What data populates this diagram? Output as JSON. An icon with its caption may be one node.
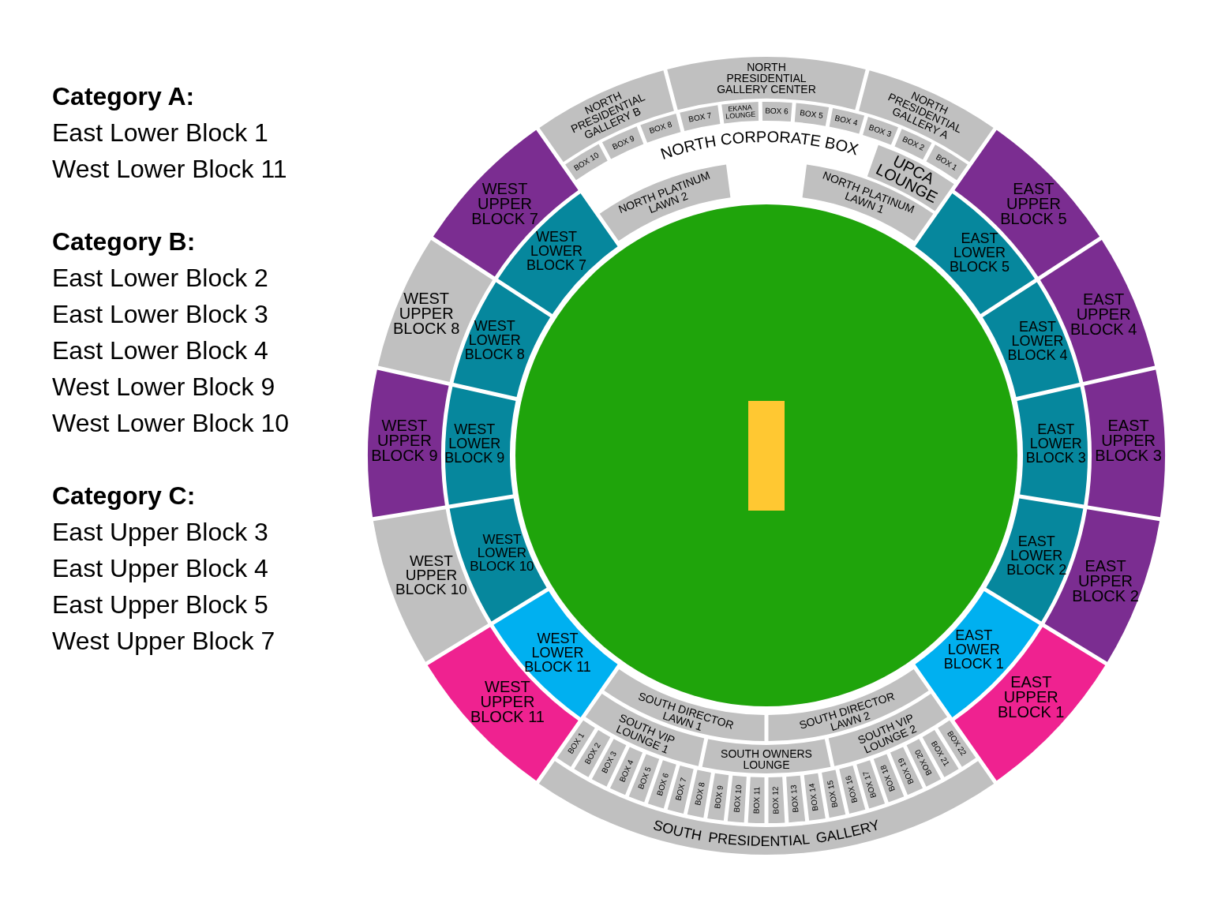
{
  "diagram": {
    "nodes": [
      {
        "text": [
          "NORTH PRESIDENTIAL GALLERY B"
        ]
      },
      {
        "text": [
          "NORTH PRESIDENTIAL GALLERY CENTER"
        ]
      },
      {
        "text": [
          "NORTH PRESIDENTIAL GALLERY A"
        ]
      },
      {
        "text": [
          "BOX 10"
        ]
      },
      {
        "text": [
          "BOX 9"
        ]
      },
      {
        "text": [
          "BOX 8"
        ]
      },
      {
        "text": [
          "BOX 7"
        ]
      },
      {
        "text": [
          "EKANA LOUNGE"
        ]
      },
      {
        "text": [
          "BOX 6"
        ]
      },
      {
        "text": [
          "BOX 5"
        ]
      },
      {
        "text": [
          "BOX 4"
        ]
      },
      {
        "text": [
          "BOX 3"
        ]
      },
      {
        "text": [
          "BOX 2"
        ]
      },
      {
        "text": [
          "BOX 1"
        ]
      },
      {
        "text": [
          "UPCA LOUNGE"
        ]
      },
      {
        "text": [
          "NORTH PLATINUM LAWN 2"
        ]
      },
      {
        "text": [
          "NORTH PLATINUM LAWN 1"
        ]
      },
      {
        "text": [
          "WEST UPPER BLOCK 7"
        ]
      },
      {
        "text": [
          "WEST LOWER BLOCK 7"
        ]
      },
      {
        "text": [
          "EAST LOWER BLOCK 5"
        ]
      },
      {
        "text": [
          "EAST UPPER BLOCK 5"
        ]
      },
      {
        "text": [
          "WEST UPPER BLOCK 8"
        ]
      },
      {
        "text": [
          "WEST LOWER BLOCK 8"
        ]
      },
      {
        "text": [
          "EAST LOWER BLOCK 4"
        ]
      },
      {
        "text": [
          "EAST UPPER BLOCK 4"
        ]
      },
      {
        "text": [
          "WEST UPPER BLOCK 9"
        ]
      },
      {
        "text": [
          "WEST LOWER BLOCK 9"
        ]
      },
      {
        "text": [
          "EAST LOWER BLOCK 3"
        ]
      },
      {
        "text": [
          "EAST UPPER BLOCK 3"
        ]
      },
      {
        "text": [
          "WEST UPPER BLOCK 10"
        ]
      },
      {
        "text": [
          "WEST LOWER BLOCK 10"
        ]
      },
      {
        "text": [
          "EAST LOWER BLOCK 2"
        ]
      },
      {
        "text": [
          "EAST UPPER BLOCK 2"
        ]
      },
      {
        "text": [
          "WEST LOWER BLOCK 11"
        ]
      },
      {
        "text": [
          "EAST LOWER BLOCK 1"
        ]
      },
      {
        "text": [
          "WEST UPPER BLOCK 11"
        ]
      },
      {
        "text": [
          "EAST UPPER BLOCK 1"
        ]
      },
      {
        "text": [
          "SOUTH DIRECTOR LAWN 1"
        ]
      },
      {
        "text": [
          "SOUTH DIRECTOR LAWN 2"
        ]
      },
      {
        "text": [
          "SOUTH VIP LOUNGE 1"
        ]
      },
      {
        "text": [
          "SOUTH OWNERS LOUNGE"
        ]
      },
      {
        "text": [
          "SOUTH VIP LOUNGE 2"
        ]
      },
      {
        "text": [
          "BOX 1"
        ]
      },
      {
        "text": [
          "BOX 2"
        ]
      },
      {
        "text": [
          "BOX 3"
        ]
      },
      {
        "text": [
          "BOX 4"
        ]
      },
      {
        "text": [
          "BOX 5"
        ]
      },
      {
        "text": [
          "BOX 6"
        ]
      },
      {
        "text": [
          "BOX 7"
        ]
      },
      {
        "text": [
          "BOX 8"
        ]
      },
      {
        "text": [
          "BOX 9"
        ]
      },
      {
        "text": [
          "BOX 10"
        ]
      },
      {
        "text": [
          "BOX 11"
        ]
      },
      {
        "text": [
          "BOX 12"
        ]
      },
      {
        "text": [
          "BOX 13"
        ]
      },
      {
        "text": [
          "BOX 14"
        ]
      },
      {
        "text": [
          "BOX 15"
        ]
      },
      {
        "text": [
          "BOX 16"
        ]
      },
      {
        "text": [
          "BOX 17"
        ]
      },
      {
        "text": [
          "BOX 18"
        ]
      },
      {
        "text": [
          "BOX 19"
        ]
      },
      {
        "text": [
          "BOX 20"
        ]
      },
      {
        "text": [
          "BOX 21"
        ]
      },
      {
        "text": [
          "BOX 22"
        ]
      },
      {
        "text": [
          "SOUTH PRESIDENTIAL GALLERY"
        ]
      }
    ],
    "labels": [
      "Category A:",
      "East Lower Block 1",
      "West Lower Block 11",
      "Category B:",
      "East Lower Block 2",
      "East Lower Block 3",
      "East Lower Block 4",
      "West Lower Block 9",
      "West Lower Block 10",
      "Category C:",
      "East Upper Block 3",
      "East Upper Block 4",
      "East Upper Block 5",
      "West Upper Block 7",
      "NORTH CORPORATE BOX"
    ]
  }
}
